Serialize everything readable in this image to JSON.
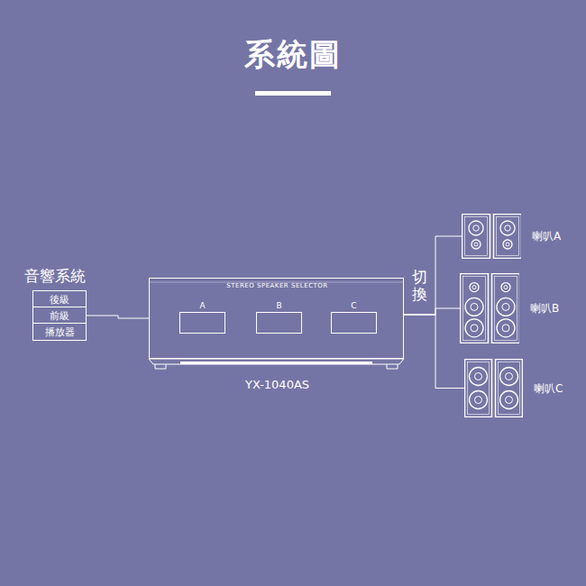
{
  "diagram": {
    "title": "系統圖",
    "nodes": [
      {
        "text": [
          "音響系統"
        ]
      },
      {
        "text": [
          "後級"
        ],
        "in": 0
      },
      {
        "text": [
          "前級"
        ],
        "in": 0
      },
      {
        "text": [
          "播放器"
        ],
        "in": 0
      },
      {
        "text": [
          "STEREO SPEAKER SELECTOR",
          "YX-1040AS"
        ]
      },
      {
        "text": [
          "A"
        ],
        "in": 4
      },
      {
        "text": [
          "B"
        ],
        "in": 4
      },
      {
        "text": [
          "C"
        ],
        "in": 4
      },
      {
        "text": [
          "喇叭A"
        ]
      },
      {
        "text": [
          "喇叭B"
        ]
      },
      {
        "text": [
          "喇叭C"
        ]
      }
    ],
    "edges": [
      {
        "from": 0,
        "to": 4,
        "arrow": "none"
      },
      {
        "from": 4,
        "to": 8,
        "arrow": "none"
      },
      {
        "from": 4,
        "to": 9,
        "arrow": "none"
      },
      {
        "from": 4,
        "to": 10,
        "arrow": "none"
      }
    ],
    "labels": [
      "切換"
    ]
  }
}
